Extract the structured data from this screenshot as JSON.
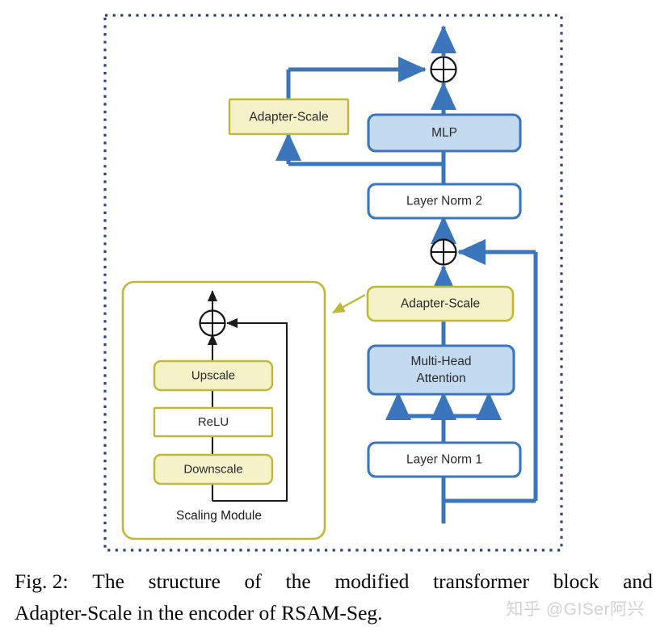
{
  "figure": {
    "id": "fig-2",
    "caption_prefix": "Fig. 2:",
    "caption_line1_words": [
      "Fig. 2:",
      "The",
      "structure",
      "of",
      "the",
      "modified",
      "transformer",
      "block",
      "and"
    ],
    "caption_line2": "Adapter-Scale in the encoder of RSAM-Seg.",
    "caption_full": "Fig. 2: The structure of the modified transformer block and Adapter-Scale in the encoder of RSAM-Seg.",
    "watermark": "知乎 @GISer阿兴"
  },
  "colors": {
    "outer_border": "#2e3f7f",
    "flow_blue": "#3b76bd",
    "box_blue_fill": "#c3daf1",
    "box_blue_border": "#3b76bd",
    "box_white_fill": "#ffffff",
    "box_yellow_fill": "#f5f1c9",
    "box_yellow_border": "#bdb83c",
    "module_border": "#bdb83c",
    "inner_line": "#1a1a1a",
    "text": "#2b2b2b",
    "watermark": "#d2d2d2"
  },
  "transformer_block": {
    "name": "modified-transformer-block",
    "nodes": [
      {
        "id": "adapter-scale-mlp",
        "label": "Adapter-Scale",
        "style": "yellow-sharp"
      },
      {
        "id": "mlp",
        "label": "MLP",
        "style": "blue-rounded"
      },
      {
        "id": "layer-norm-2",
        "label": "Layer Norm 2",
        "style": "white-rounded-blue"
      },
      {
        "id": "adapter-scale-attn",
        "label": "Adapter-Scale",
        "style": "yellow-rounded"
      },
      {
        "id": "multi-head-attention",
        "label": "Multi-Head\nAttention",
        "label_line1": "Multi-Head",
        "label_line2": "Attention",
        "style": "blue-rounded"
      },
      {
        "id": "layer-norm-1",
        "label": "Layer Norm 1",
        "style": "white-rounded-blue"
      }
    ],
    "junctions": [
      {
        "id": "add-output",
        "symbol": "⊕"
      },
      {
        "id": "add-mid",
        "symbol": "⊕"
      }
    ]
  },
  "scaling_module": {
    "name": "scaling-module",
    "title": "Scaling Module",
    "nodes": [
      {
        "id": "upscale",
        "label": "Upscale",
        "style": "yellow-rounded"
      },
      {
        "id": "relu",
        "label": "ReLU",
        "style": "white-sharp-yellow"
      },
      {
        "id": "downscale",
        "label": "Downscale",
        "style": "yellow-rounded"
      }
    ],
    "junctions": [
      {
        "id": "scaling-add",
        "symbol": "⊕"
      }
    ]
  }
}
